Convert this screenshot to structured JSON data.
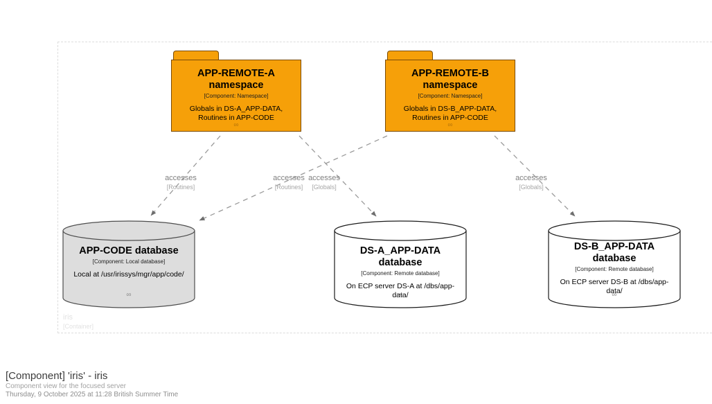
{
  "diagram": {
    "boundary": {
      "name": "iris",
      "type": "[Container]"
    },
    "nodes": [
      {
        "id": "app-remote-a",
        "kind": "namespace",
        "title": "APP-REMOTE-A namespace",
        "type": "[Component: Namespace]",
        "description": "Globals in DS-A_APP-DATA, Routines in APP-CODE",
        "infinity": "∞",
        "color": "#F6A009"
      },
      {
        "id": "app-remote-b",
        "kind": "namespace",
        "title": "APP-REMOTE-B namespace",
        "type": "[Component: Namespace]",
        "description": "Globals in DS-B_APP-DATA, Routines in APP-CODE",
        "infinity": "∞",
        "color": "#F6A009"
      },
      {
        "id": "app-code-database",
        "kind": "database",
        "title": "APP-CODE database",
        "type": "[Component: Local database]",
        "description": "Local at /usr/irissys/mgr/app/code/",
        "infinity": "∞",
        "color": "#DDDDDD"
      },
      {
        "id": "ds-a-app-data-database",
        "kind": "database",
        "title": "DS-A_APP-DATA database",
        "type": "[Component: Remote database]",
        "description": "On ECP server DS-A at /dbs/app-data/",
        "infinity": "∞",
        "color": "#FFFFFF"
      },
      {
        "id": "ds-b-app-data-database",
        "kind": "database",
        "title": "DS-B_APP-DATA database",
        "type": "[Component: Remote database]",
        "description": "On ECP server DS-B at /dbs/app-data/",
        "infinity": "∞",
        "color": "#FFFFFF"
      }
    ],
    "relationships": [
      {
        "id": "rel-a-code",
        "description": "accesses",
        "technology": "[Routines]"
      },
      {
        "id": "rel-b-code",
        "description": "accesses",
        "technology": "[Routines]"
      },
      {
        "id": "rel-a-dsa",
        "description": "accesses",
        "technology": "[Globals]"
      },
      {
        "id": "rel-b-dsb",
        "description": "accesses",
        "technology": "[Globals]"
      }
    ]
  },
  "footer": {
    "title": "[Component] 'iris' - iris",
    "subtitle": "Component view for the focused server",
    "timestamp": "Thursday, 9 October 2025 at 11:28 British Summer Time"
  }
}
